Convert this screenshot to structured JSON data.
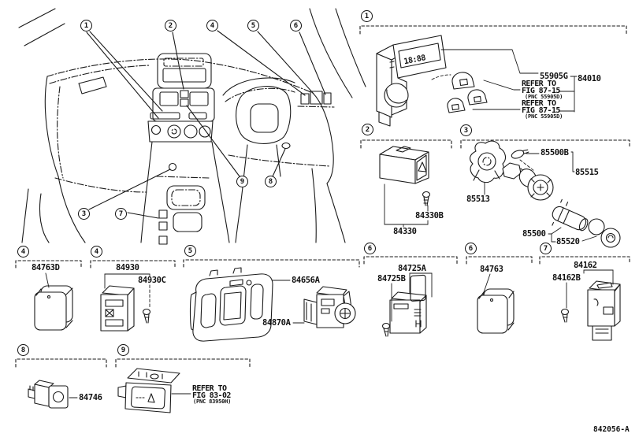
{
  "figure_code": "842056-A",
  "illustration": {
    "clock_display": "18:88"
  },
  "callouts": {
    "c1": "1",
    "c2": "2",
    "c3": "3",
    "c4": "4",
    "c5": "5",
    "c6": "6",
    "c7": "7",
    "c8": "8",
    "c9": "9"
  },
  "parts": {
    "p55905G": "55905G",
    "p84010": "84010",
    "p84330": "84330",
    "p84330B": "84330B",
    "p85513": "85513",
    "p85500B": "85500B",
    "p85515": "85515",
    "p85500": "85500",
    "p85520": "85520",
    "p84763D": "84763D",
    "p84930": "84930",
    "p84930C": "84930C",
    "p84656A": "84656A",
    "p84870A": "84870A",
    "p84725A": "84725A",
    "p84725B": "84725B",
    "p84763": "84763",
    "p84162": "84162",
    "p84162B": "84162B",
    "p84746": "84746"
  },
  "notes": {
    "refer1": {
      "line1": "REFER TO",
      "line2": "FIG 87-15",
      "line3": "(PNC 55905D)"
    },
    "refer2": {
      "line1": "REFER TO",
      "line2": "FIG 87-15",
      "line3": "(PNC 55905D)"
    },
    "refer3": {
      "line1": "REFER TO",
      "line2": "FIG 83-02",
      "line3": "(PNC 83950H)"
    }
  },
  "colors": {
    "ink": "#1a1a1a",
    "background": "#ffffff"
  }
}
